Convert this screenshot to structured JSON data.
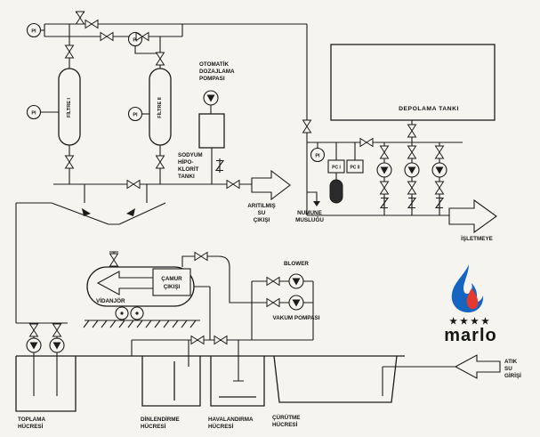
{
  "labels": {
    "pi": "PI",
    "pc1": "PC I",
    "pc2": "PC II",
    "filter1": "FİLTRE I",
    "filter2": "FİLTRE II",
    "dosing_pump": [
      "OTOMATİK",
      "DOZAJLAMA",
      "POMPASI"
    ],
    "hypochlorite_tank": [
      "SODYUM",
      "HİPO-",
      "KLORİT",
      "TANKI"
    ],
    "storage_tank": "DEPOLAMA TANKI",
    "treated_water_out": [
      "ARITILMIŞ",
      "SU",
      "ÇIKIŞI"
    ],
    "sample_tap": [
      "NUMUNE",
      "MUSLUĞU"
    ],
    "to_operation": "İŞLETMEYE",
    "vidanjor": "VİDANJÖR",
    "sludge_out": [
      "ÇAMUR",
      "ÇIKIŞI"
    ],
    "blower": "BLOWER",
    "vacuum_pump": "VAKUM POMPASI",
    "collection_cell": [
      "TOPLAMA",
      "HÜCRESİ"
    ],
    "settling_cell": [
      "DİNLENDİRME",
      "HÜCRESİ"
    ],
    "aeration_cell": [
      "HAVALANDIRMA",
      "HÜCRESİ"
    ],
    "digestion_cell": [
      "ÇÜRÜTME",
      "HÜCRESİ"
    ],
    "wastewater_in": [
      "ATIK",
      "SU",
      "GİRİŞİ"
    ]
  },
  "logo": {
    "name": "marlo",
    "stars": "★★★★",
    "flame_blue": "#1565c0",
    "flame_red": "#e4392e",
    "star_color": "#1b3f8f",
    "text_color": "#2ab4e8"
  },
  "colors": {
    "ink": "#1c1c1c",
    "paper": "#f5f4ef"
  }
}
